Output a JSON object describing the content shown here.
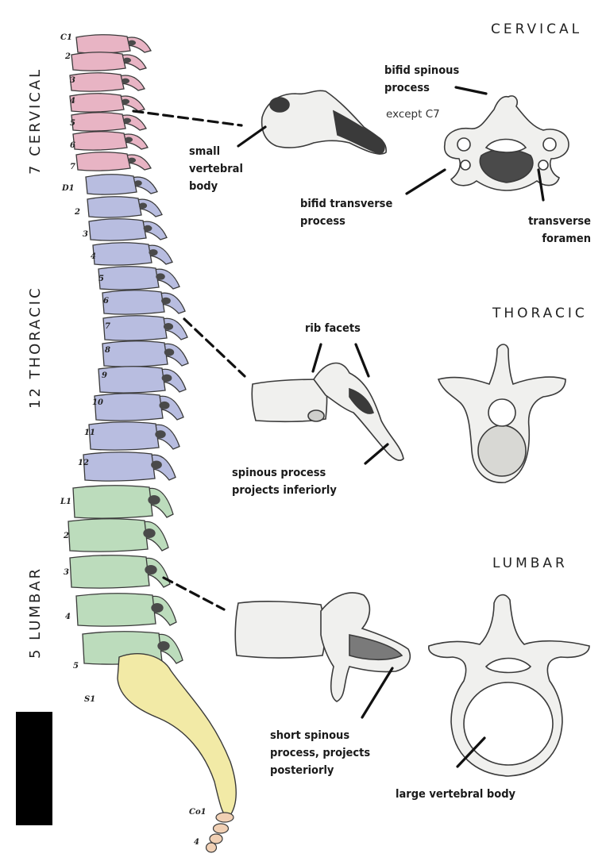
{
  "titles": {
    "cervical": "CERVICAL",
    "thoracic": "THORACIC",
    "lumbar": "LUMBAR"
  },
  "side_labels": {
    "cervical": "7 CERVICAL",
    "thoracic": "12 THORACIC",
    "lumbar": "5 LUMBAR"
  },
  "cervical_notes": {
    "small_body": "small vertebral body",
    "bifid_spinous": "bifid spinous process",
    "except": "except C7",
    "bifid_transverse": "bifid transverse process",
    "transverse_foramen": "transverse foramen"
  },
  "thoracic_notes": {
    "rib_facets": "rib facets",
    "spinous_inferior": "spinous process projects inferiorly"
  },
  "lumbar_notes": {
    "short_spinous": "short spinous process, projects posteriorly",
    "large_body": "large vertebral body"
  },
  "vertebra_labels": {
    "cervical": [
      "C1",
      "2",
      "3",
      "4",
      "5",
      "6",
      "7"
    ],
    "thoracic": [
      "D1",
      "2",
      "3",
      "4",
      "5",
      "6",
      "7",
      "8",
      "9",
      "10",
      "11",
      "12"
    ],
    "lumbar": [
      "L1",
      "2",
      "3",
      "4",
      "5"
    ],
    "sacral": "S1",
    "coccyx": [
      "Co1",
      "4"
    ]
  },
  "colors": {
    "cervical": "#e8b4c4",
    "thoracic": "#b8bde0",
    "lumbar": "#bcdcbc",
    "sacrum": "#f2eaa6",
    "coccyx": "#f1d0b4",
    "bone": "#f0f0ee",
    "outline": "#3a3a3a"
  }
}
